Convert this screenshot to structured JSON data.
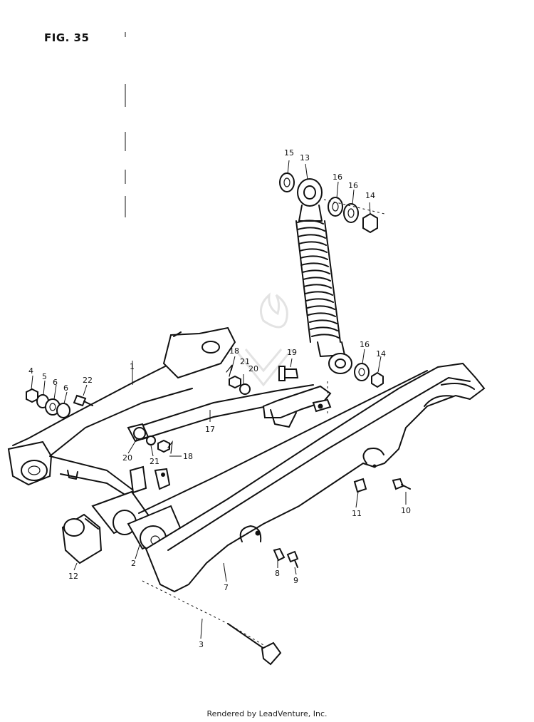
{
  "figure": {
    "title": "FIG. 35"
  },
  "footer": {
    "text": "Rendered by LeadVenture, Inc."
  },
  "callouts": [
    "15",
    "13",
    "16",
    "16",
    "14",
    "18",
    "19",
    "21",
    "20",
    "4",
    "5",
    "6",
    "6",
    "22",
    "1",
    "17",
    "20",
    "21",
    "18",
    "16",
    "14",
    "2",
    "12",
    "11",
    "10",
    "8",
    "9",
    "7",
    "3"
  ]
}
